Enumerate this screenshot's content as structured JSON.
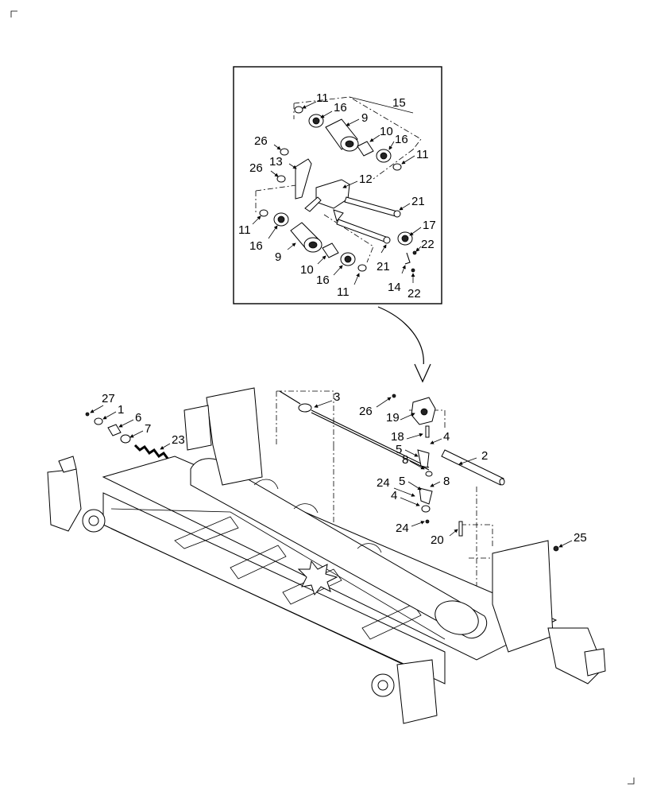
{
  "callouts": {
    "c1": "1",
    "c2": "2",
    "c3": "3",
    "c4a": "4",
    "c4b": "4",
    "c5a": "5",
    "c5b": "5",
    "c6": "6",
    "c7": "7",
    "c8a": "8",
    "c8b": "8",
    "c9a": "9",
    "c9b": "9",
    "c10a": "10",
    "c10b": "10",
    "c11a": "11",
    "c11b": "11",
    "c11c": "11",
    "c11d": "11",
    "c12": "12",
    "c13": "13",
    "c14": "14",
    "c15": "15",
    "c16a": "16",
    "c16b": "16",
    "c16c": "16",
    "c16d": "16",
    "c17": "17",
    "c18": "18",
    "c19": "19",
    "c20": "20",
    "c21a": "21",
    "c21b": "21",
    "c22a": "22",
    "c22b": "22",
    "c23": "23",
    "c24a": "24",
    "c24b": "24",
    "c25": "25",
    "c26a": "26",
    "c26b": "26",
    "c26c": "26",
    "c27": "27"
  }
}
